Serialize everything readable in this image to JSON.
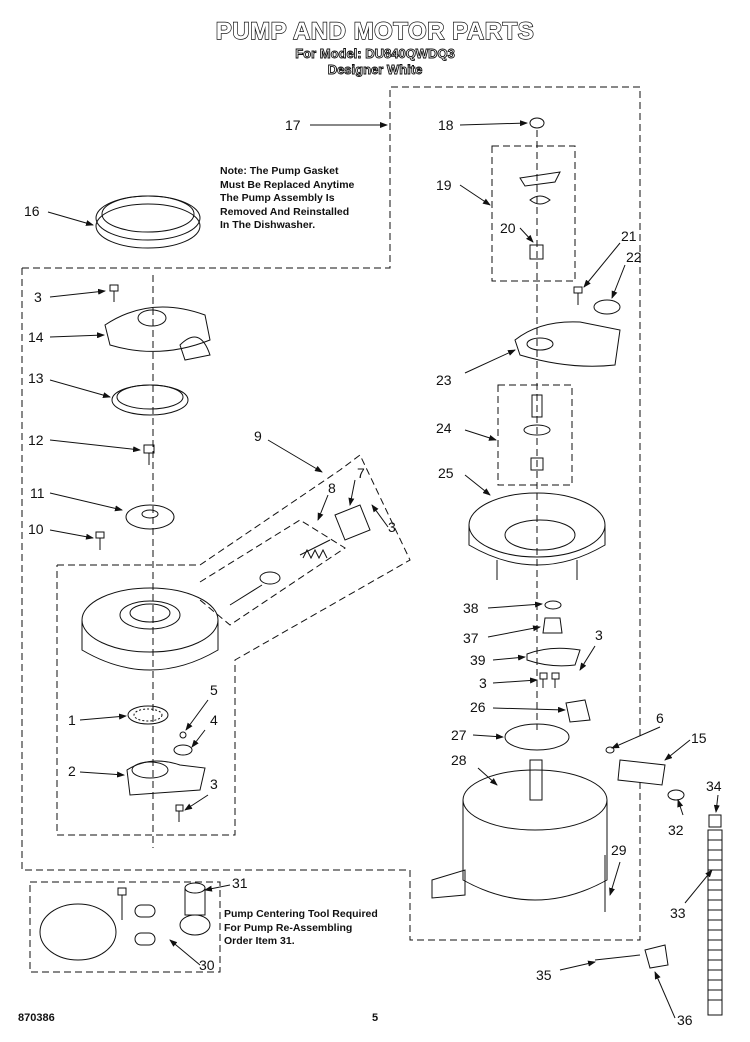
{
  "header": {
    "title": "PUMP AND MOTOR PARTS",
    "model_line": "For Model: DU840QWDQ3",
    "color_line": "Designer White"
  },
  "notes": {
    "gasket_note": [
      "Note: The Pump Gasket",
      "Must Be Replaced Anytime",
      "The Pump Assembly Is",
      "Removed And Reinstalled",
      "In The Dishwasher."
    ],
    "tool_note": [
      "Pump Centering Tool Required",
      "For Pump Re-Assembling",
      "Order Item 31."
    ]
  },
  "callouts": {
    "c16": "16",
    "c3a": "3",
    "c14": "14",
    "c13": "13",
    "c12": "12",
    "c11": "11",
    "c10": "10",
    "c9": "9",
    "c8": "8",
    "c7": "7",
    "c3b": "3",
    "c1": "1",
    "c5": "5",
    "c4": "4",
    "c2": "2",
    "c3c": "3",
    "c17": "17",
    "c18": "18",
    "c19": "19",
    "c20": "20",
    "c21": "21",
    "c22": "22",
    "c23": "23",
    "c24": "24",
    "c25": "25",
    "c38": "38",
    "c37": "37",
    "c39": "39",
    "c3d": "3",
    "c3e": "3",
    "c26": "26",
    "c27": "27",
    "c28": "28",
    "c6": "6",
    "c15": "15",
    "c34": "34",
    "c32": "32",
    "c29": "29",
    "c33": "33",
    "c31": "31",
    "c30": "30",
    "c35": "35",
    "c36": "36"
  },
  "footer": {
    "doc_number": "870386",
    "page_number": "5"
  }
}
